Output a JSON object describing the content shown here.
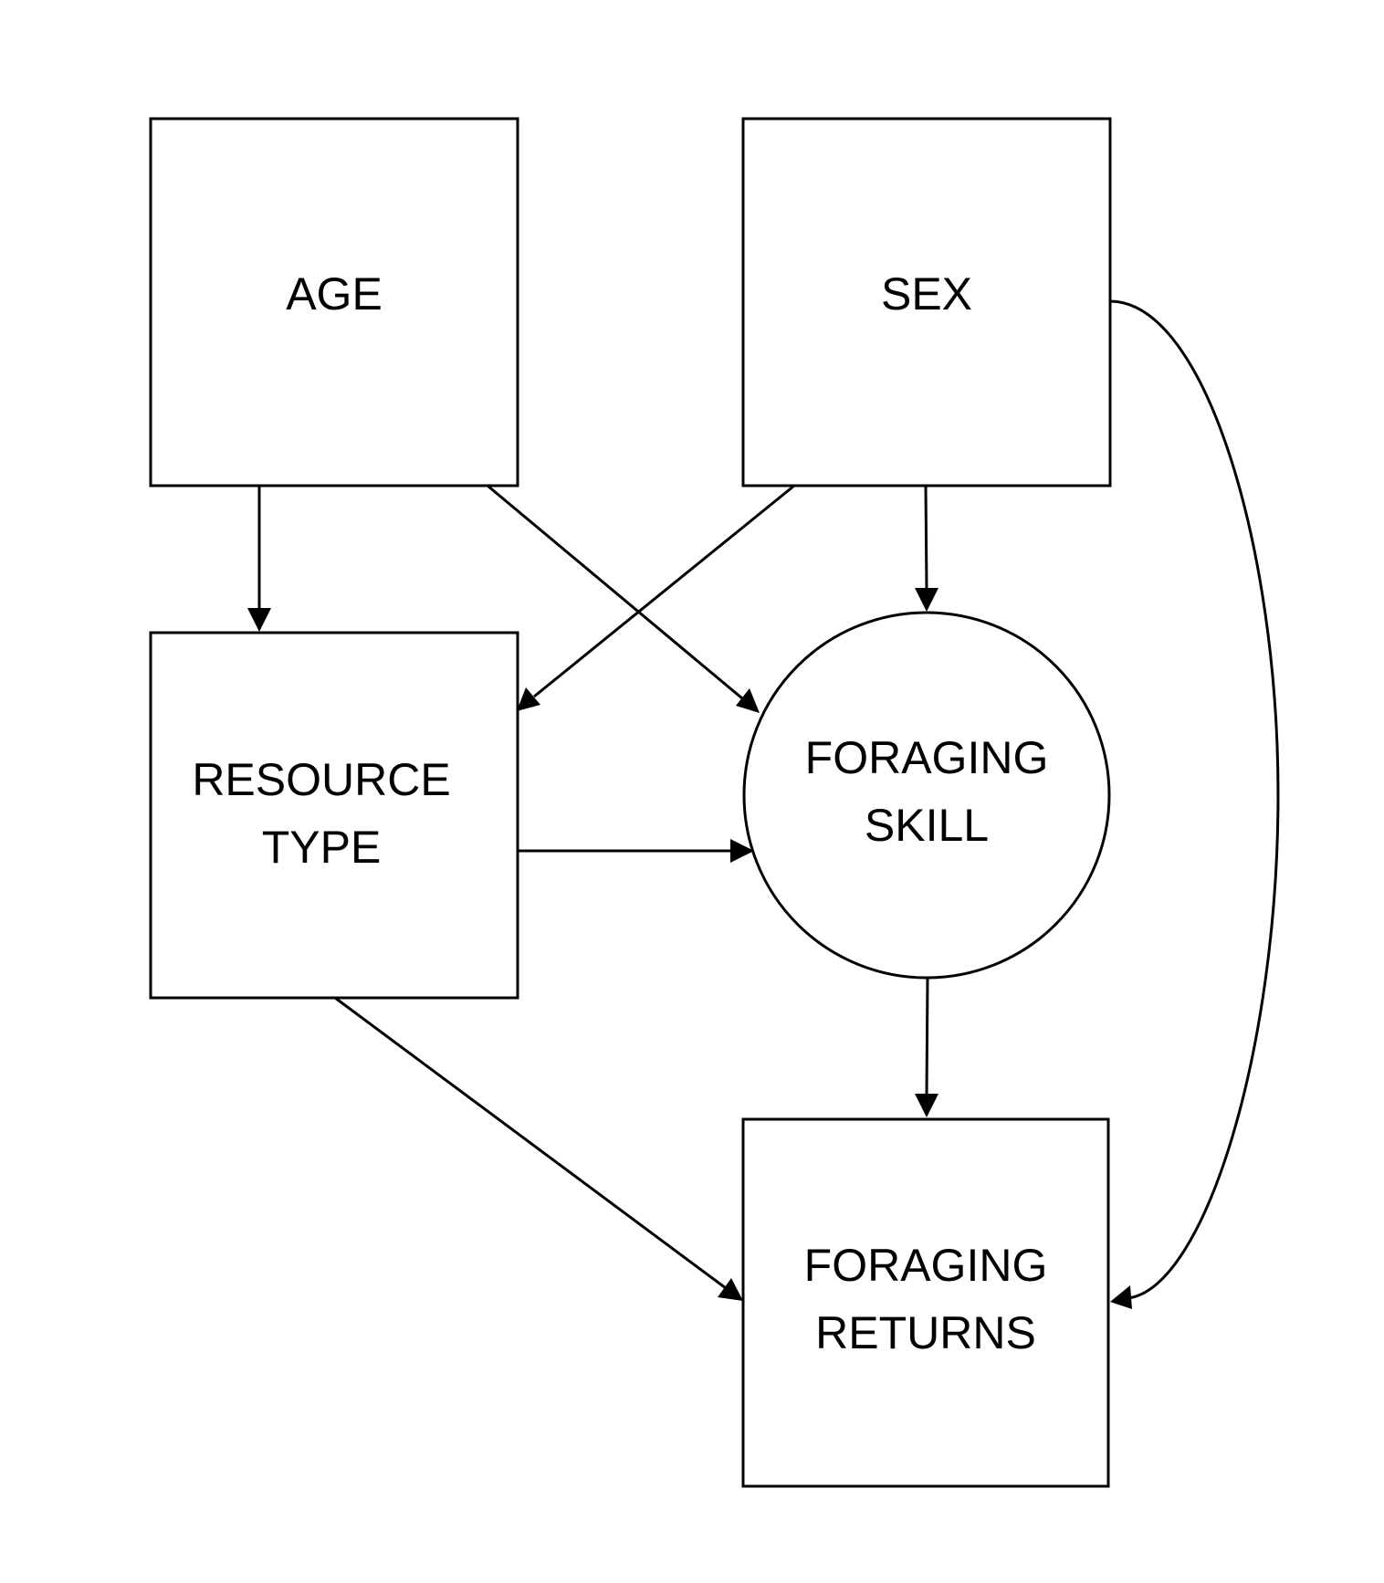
{
  "diagram": {
    "nodes": [
      {
        "id": "age",
        "shape": "rectangle",
        "lines": [
          "AGE"
        ]
      },
      {
        "id": "sex",
        "shape": "rectangle",
        "lines": [
          "SEX"
        ]
      },
      {
        "id": "resource_type",
        "shape": "rectangle",
        "lines": [
          "RESOURCE",
          "TYPE"
        ]
      },
      {
        "id": "foraging_skill",
        "shape": "circle",
        "lines": [
          "FORAGING",
          "SKILL"
        ]
      },
      {
        "id": "foraging_returns",
        "shape": "rectangle",
        "lines": [
          "FORAGING",
          "RETURNS"
        ]
      }
    ],
    "edges": [
      {
        "from": "age",
        "to": "resource_type"
      },
      {
        "from": "age",
        "to": "foraging_skill"
      },
      {
        "from": "sex",
        "to": "resource_type"
      },
      {
        "from": "sex",
        "to": "foraging_skill"
      },
      {
        "from": "sex",
        "to": "foraging_returns"
      },
      {
        "from": "resource_type",
        "to": "foraging_skill"
      },
      {
        "from": "resource_type",
        "to": "foraging_returns"
      },
      {
        "from": "foraging_skill",
        "to": "foraging_returns"
      }
    ],
    "colors": {
      "stroke": "#000000",
      "fill": "#ffffff",
      "background": "#ffffff"
    }
  }
}
